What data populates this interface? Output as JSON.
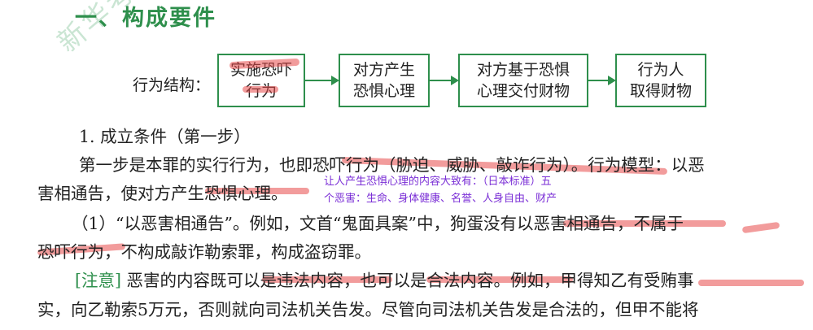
{
  "heading": "一、构成要件",
  "watermark": "新华考试",
  "structure": {
    "label": "行为结构：",
    "boxes": [
      "实施恐吓\n行为",
      "对方产生\n恐惧心理",
      "对方基于恐惧\n心理交付财物",
      "行为人\n取得财物"
    ]
  },
  "section_title": "1. 成立条件（第一步）",
  "para1_line1": "第一步是本罪的实行行为，也即恐吓行为（胁迫、威胁、敲诈行为）。行为模型：以恶",
  "para1_line2": "害相通告，使对方产生恐惧心理。",
  "annotation1": "让人产生恐惧心理的内容大致有：（日本标准）五",
  "annotation2": "个恶害：生命、身体健康、名誉、人身自由、财产",
  "para2_line1": "（1）“以恶害相通告”。例如，文首“鬼面具案”中，狗蛋没有以恶害相通告，不属于",
  "para2_line2": "恐吓行为，不构成敲诈勒索罪，构成盗窃罪。",
  "note_label": "[注意]",
  "note_line1": "恶害的内容既可以是违法内容，也可以是合法内容。例如，甲得知乙有受贿事",
  "note_line2": "实，向乙勒索5万元，否则就向司法机关告发。尽管向司法机关告发是合法的，但甲不能将"
}
